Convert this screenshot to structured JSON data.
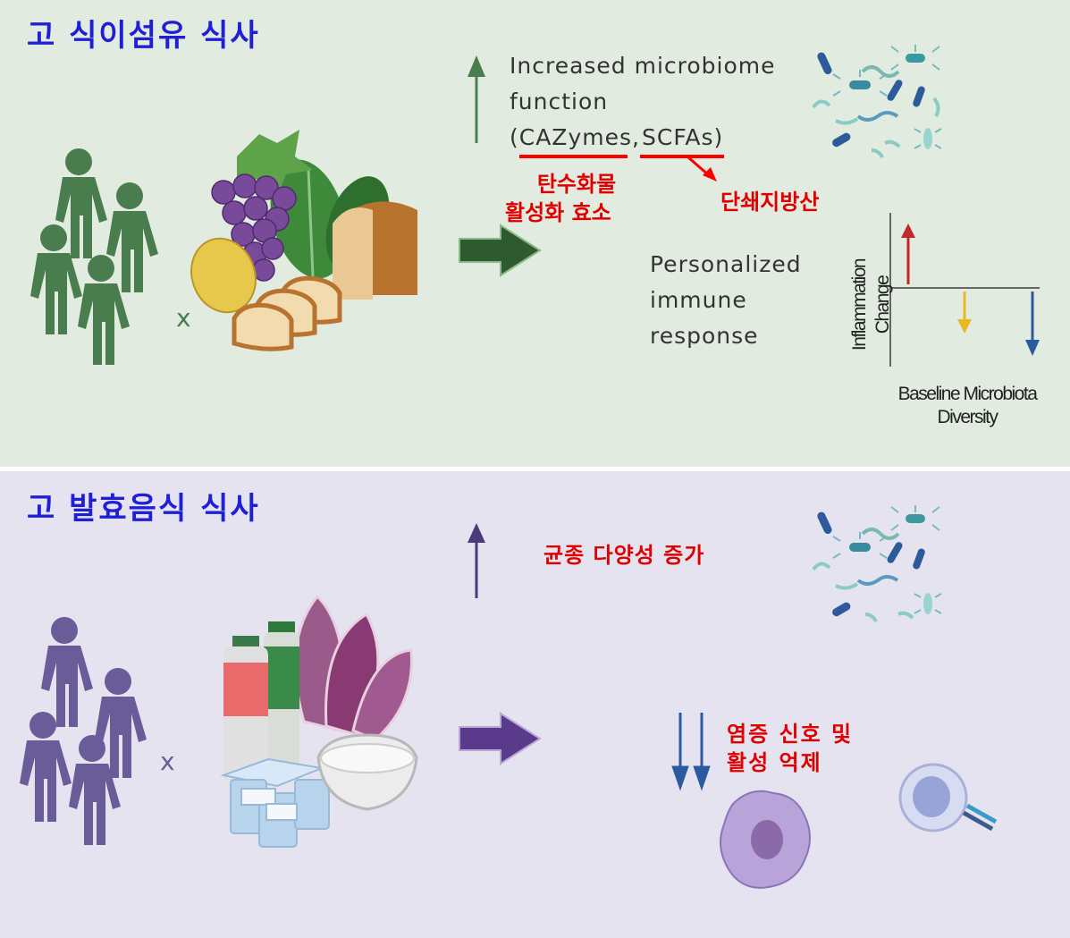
{
  "fiber": {
    "title": "고 식이섬유 식사",
    "multiplier": "x",
    "microbiome_line1": "Increased microbiome",
    "microbiome_line2": "function",
    "microbiome_line3_a": "(CAZymes,",
    "microbiome_line3_b": "SCFAs)",
    "cazymes_kr_line1": "탄수화물",
    "cazymes_kr_line2": "활성화 효소",
    "scfa_kr": "단쇄지방산",
    "immune_line1": "Personalized",
    "immune_line2": "immune",
    "immune_line3": "response",
    "graph_ylabel_line1": "Inflammation",
    "graph_ylabel_line2": "Change",
    "graph_xlabel_line1": "Baseline Microbiota",
    "graph_xlabel_line2": "Diversity"
  },
  "ferment": {
    "title": "고 발효음식 식사",
    "multiplier": "x",
    "diversity_kr": "균종 다양성 증가",
    "inflammation_kr_line1": "염증 신호 및",
    "inflammation_kr_line2": "활성 억제"
  },
  "colors": {
    "fiber_bg": "#e2ebe0",
    "ferment_bg": "#e6e3f0",
    "title_blue": "#1f1fd6",
    "annotation_red": "#e00000",
    "fiber_people": "#4a7d4e",
    "ferment_people": "#6a5c99",
    "arrow_up_red": "#c0282a",
    "arrow_down_yellow": "#e8b820",
    "arrow_down_blue": "#2c5aa0"
  }
}
